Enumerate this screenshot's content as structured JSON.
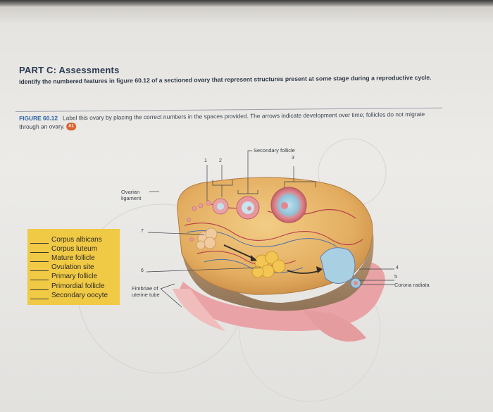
{
  "part_title": "PART C: Assessments",
  "instructions": "Identify the numbered features in figure 60.12 of a sectioned ovary that represent structures present at some stage during a reproductive cycle.",
  "figure": {
    "number": "FIGURE 60.12",
    "caption": "Label this ovary by placing the correct numbers in the spaces provided. The arrows indicate development over time; follicles do not migrate through an ovary.",
    "badge": "A1"
  },
  "answer_list": [
    "Corpus albicans",
    "Corpus luteum",
    "Mature follicle",
    "Ovulation site",
    "Primary follicle",
    "Primordial follicle",
    "Secondary oocyte"
  ],
  "labels": {
    "ovarian_ligament": "Ovarian ligament",
    "secondary_follicle": "Secondary follicle",
    "fimbriae": "Fimbriae of uterine tube",
    "corona_radiata": "Corona radiata"
  },
  "numbers": [
    "1",
    "2",
    "3",
    "4",
    "5",
    "6",
    "7"
  ],
  "colors": {
    "answer_box": "#f0c945",
    "title": "#2b3b52",
    "figure_number": "#2b63a8",
    "ovary_tissue": "#e6b56a",
    "follicle_pink": "#e7a0a4"
  }
}
